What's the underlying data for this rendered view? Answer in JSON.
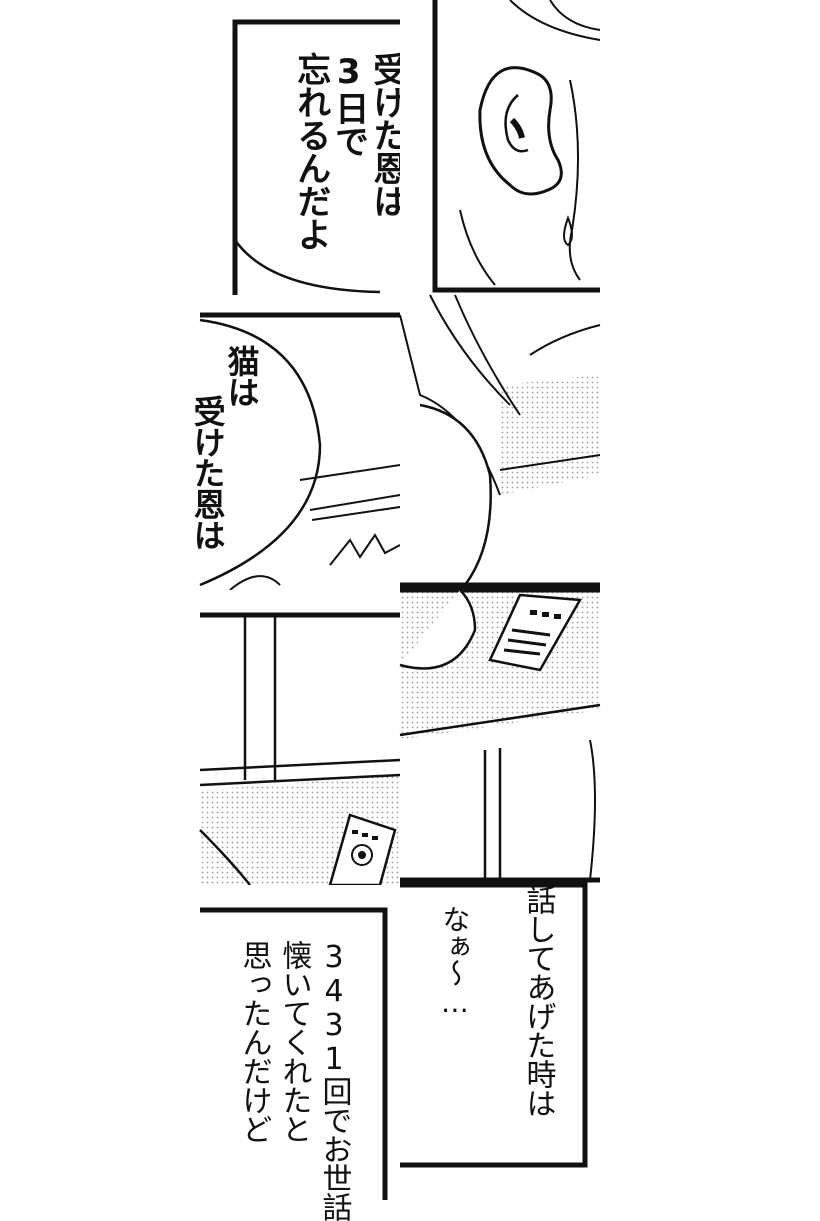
{
  "tiles": {
    "top_left": {
      "speech": [
        "受けた恩は",
        "3日で",
        "忘れるんだよ"
      ]
    },
    "middle_left": {
      "speech": [
        "猫は",
        "受けた恩は"
      ]
    },
    "bottom_left": {
      "speech": [
        "3431回でお世話",
        "懐いてくれたと",
        "思ったんだけど"
      ]
    },
    "bottom_middle": {
      "speech": [
        "話してあげた時は",
        "なぁ〜…"
      ]
    }
  },
  "colors": {
    "ink": "#111111",
    "paper": "#ffffff",
    "screentone": "#d8d8d8"
  },
  "icons": [
    "tv-remote-icon",
    "tv-remote-icon"
  ]
}
